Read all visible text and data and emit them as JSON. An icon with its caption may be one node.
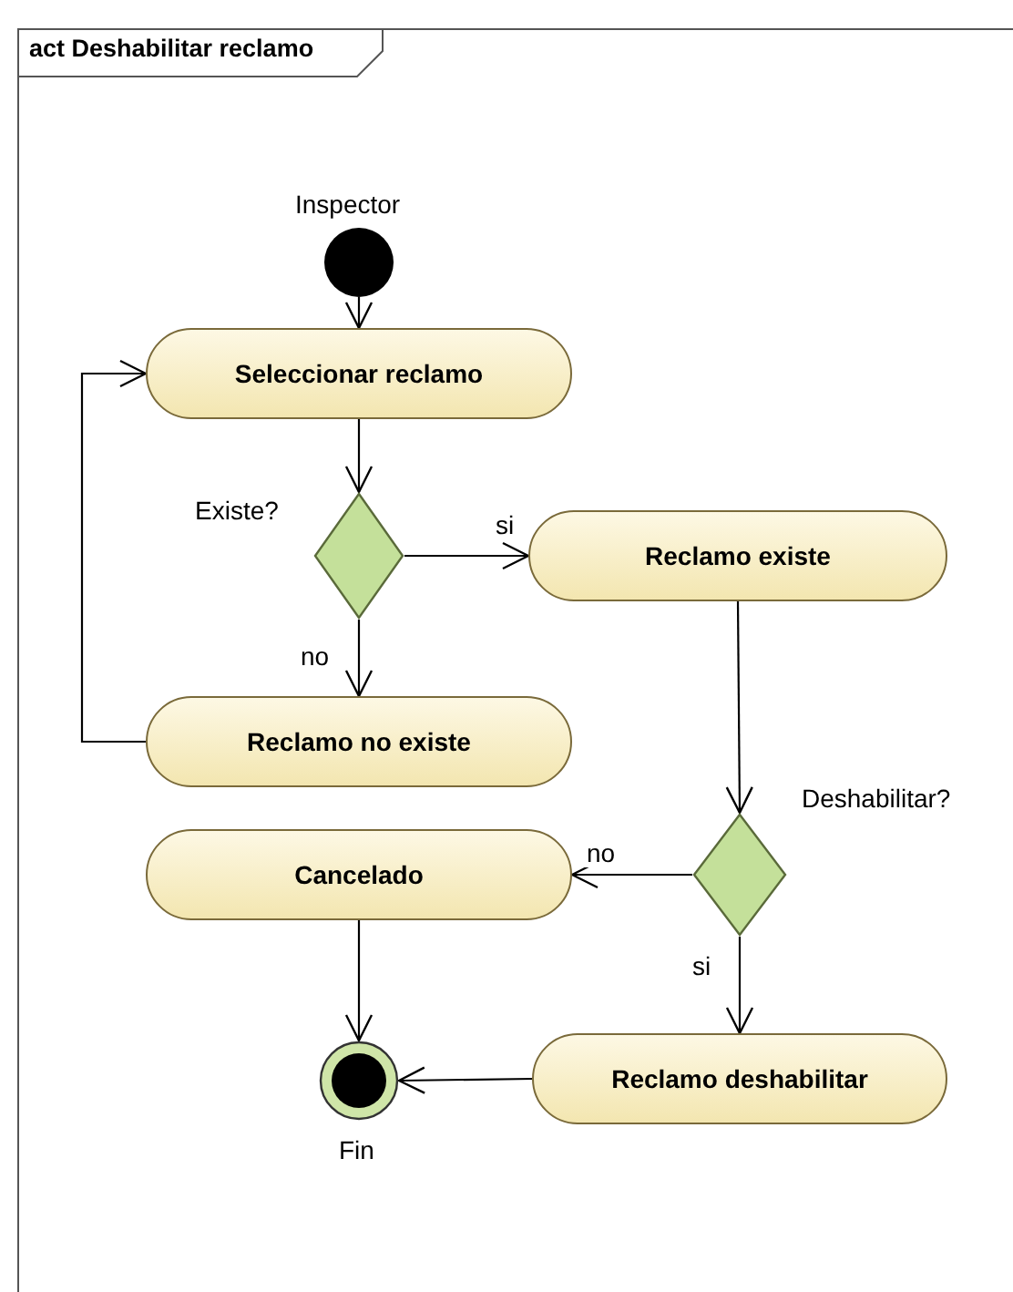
{
  "diagram": {
    "title": "act Deshabilitar reclamo",
    "nodes": [
      {
        "text": [],
        "shape": "circle",
        "beside": [
          "Inspector"
        ]
      },
      {
        "text": [
          "Seleccionar reclamo"
        ]
      },
      {
        "text": [],
        "shape": "diamond",
        "beside": [
          "Existe?"
        ]
      },
      {
        "text": [
          "Reclamo existe"
        ]
      },
      {
        "text": [
          "Reclamo no existe"
        ]
      },
      {
        "text": [],
        "shape": "diamond",
        "beside": [
          "Deshabilitar?"
        ]
      },
      {
        "text": [
          "Cancelado"
        ]
      },
      {
        "text": [
          "Reclamo deshabilitar"
        ]
      },
      {
        "text": [],
        "shape": "circle",
        "beside": [
          "Fin"
        ]
      }
    ],
    "edges": [
      {
        "from": 0,
        "to": 1,
        "arrow": "to"
      },
      {
        "from": 1,
        "to": 2,
        "arrow": "to"
      },
      {
        "from": 2,
        "to": 3,
        "arrow": "to",
        "label": "si"
      },
      {
        "from": 2,
        "to": 4,
        "arrow": "to",
        "label": "no"
      },
      {
        "from": 4,
        "to": 1,
        "arrow": "to"
      },
      {
        "from": 3,
        "to": 5,
        "arrow": "to"
      },
      {
        "from": 5,
        "to": 6,
        "arrow": "to",
        "label": "no"
      },
      {
        "from": 5,
        "to": 7,
        "arrow": "to",
        "label": "si"
      },
      {
        "from": 6,
        "to": 8,
        "arrow": "to"
      },
      {
        "from": 7,
        "to": 8,
        "arrow": "to"
      }
    ]
  }
}
